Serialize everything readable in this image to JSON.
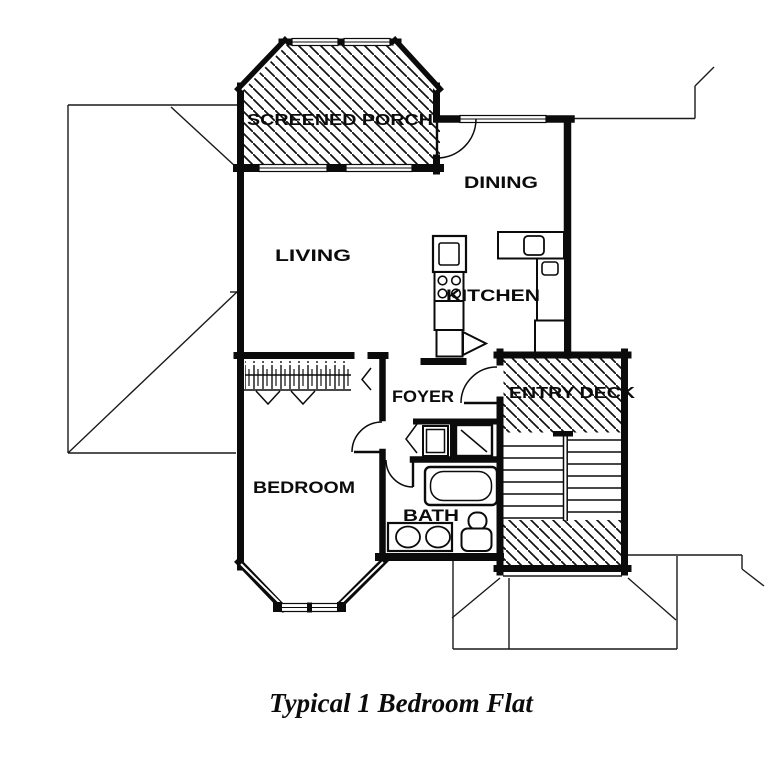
{
  "title_caption": "Typical 1 Bedroom Flat",
  "rooms": {
    "screened_porch": "SCREENED PORCH",
    "dining": "DINING",
    "living": "LIVING",
    "kitchen": "KITCHEN",
    "foyer": "FOYER",
    "entry_deck": "ENTRY DECK",
    "bedroom": "BEDROOM",
    "bath": "BATH"
  },
  "colors": {
    "ink": "#0b0b0b",
    "paper": "#ffffff"
  }
}
